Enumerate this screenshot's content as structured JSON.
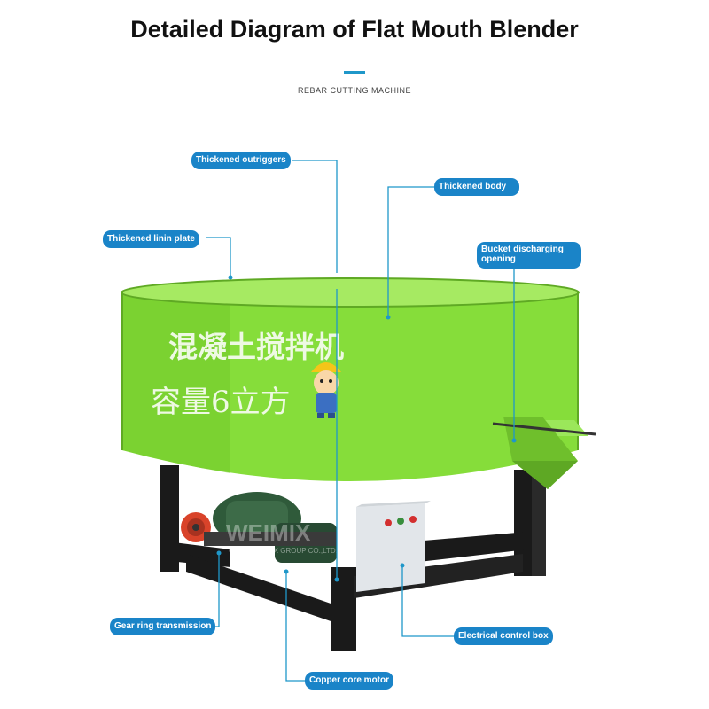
{
  "page": {
    "title": "Detailed Diagram of Flat Mouth Blender",
    "subtitle": "REBAR CUTTING MACHINE"
  },
  "machine": {
    "drum_text_line1": "混凝土搅拌机",
    "drum_text_line2": "容量6立方",
    "watermark": "WEIMIX",
    "watermark_sub": "CHINA WEIMIX GROUP CO.,LTD."
  },
  "labels": {
    "thickened_outriggers": "Thickened outriggers",
    "thickened_body": "Thickened body",
    "thickened_linin_plate": "Thickened linin plate",
    "bucket_discharging_opening": "Bucket discharging opening",
    "gear_ring_transmission": "Gear ring transmission",
    "electrical_control_box": "Electrical control box",
    "copper_core_motor": "Copper core motor"
  },
  "colors": {
    "drum_green": "#86dd3a",
    "frame_black": "#1a1a1a",
    "label_blue": "#1a84c8",
    "line_blue": "#1f97c9"
  }
}
